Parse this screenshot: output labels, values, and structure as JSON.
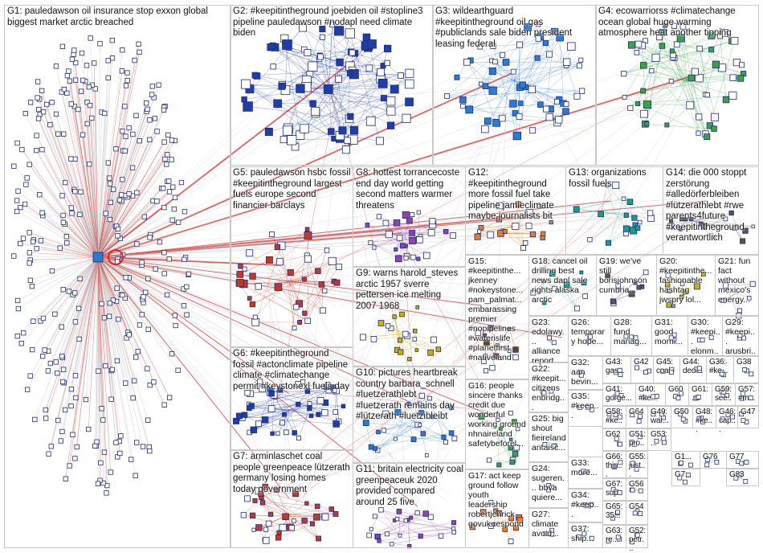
{
  "groups": [
    {
      "id": "g1",
      "label": "G1: pauledawson oil insurance stop exxon global biggest market arctic breached"
    },
    {
      "id": "g2",
      "label": "G2: #keepitintheground joebiden oil #stopline3 pipeline pauledawson #nodapl need climate biden"
    },
    {
      "id": "g3",
      "label": "G3: wildearthguard #keepitintheground oil gas #publiclands sale biden president leasing federal"
    },
    {
      "id": "g4",
      "label": "G4: ecowarriorss #climatechange ocean global huge warming atmosphere heat another tipping"
    },
    {
      "id": "g5",
      "label": "G5: pauledawson hsbc fossil #keepitintheground largest fuels europe second financier barclays"
    },
    {
      "id": "g8",
      "label": "G8: hottest torrancecoste end day world getting second matters warmer threatens"
    },
    {
      "id": "g12",
      "label": "G12: #keepitintheground more fossil fuel take pipeline jamieclimate maybe journalists bit"
    },
    {
      "id": "g13",
      "label": "G13: organizations fossil fuels"
    },
    {
      "id": "g14",
      "label": "G14: die 000 stoppt zerstörung #alledörferbleiben #lützerathlebt #rwe parents4future #keepitintheground verantwortlich"
    },
    {
      "id": "g9",
      "label": "G9: warns harold_steves arctic 1957 sverre pettersen ice melting 2007 1968"
    },
    {
      "id": "g15",
      "label": "G15: #keepitinthe... jkenney #nokeystone... pam_palmat... embarassing premier #nopipelines #waterislife #planetfirst #nativeland"
    },
    {
      "id": "g18",
      "label": "G18: cancel oil drilling best news dapl sale rights alaska arctic"
    },
    {
      "id": "g19",
      "label": "G19: we've still borisjohnson cumbria..."
    },
    {
      "id": "g20",
      "label": "G20: #keepitinthe... fashionable hashtag jwspry lol..."
    },
    {
      "id": "g21",
      "label": "G21: fun fact without mexico's energy..."
    },
    {
      "id": "g6",
      "label": "G6: #keepitintheground fossil #actonclimate pipeline climate #climatechange permit #keystonexl fuels day"
    },
    {
      "id": "g10",
      "label": "G10: pictures heartbreak country barbara_schnell #luetzerathlebt #luetzerath remains day #lützerath #luetzibleibt"
    },
    {
      "id": "g16",
      "label": "G16: people sincere thanks credit due wonderful working ground nhnaireland safetybeforel..."
    },
    {
      "id": "g7",
      "label": "G7: arminlaschet coal people greenpeace lützerath germany losing homes today government"
    },
    {
      "id": "g11",
      "label": "G11: britain electricity coal greenpeaceuk 2020 provided compared around 25 five"
    },
    {
      "id": "g17",
      "label": "G17: act keep ground follow youth leadership robertjenrick govuk respond"
    },
    {
      "id": "g23",
      "label": "G23: edolawy... alliance report..."
    },
    {
      "id": "g26",
      "label": "G26: temporary hope..."
    },
    {
      "id": "g28",
      "label": "G28: fund manag..."
    },
    {
      "id": "g31",
      "label": "G31: good morni..."
    },
    {
      "id": "g30",
      "label": "G30: #keepi... elonm..."
    },
    {
      "id": "g29",
      "label": "G29: #keepi... arusbri..."
    },
    {
      "id": "g22",
      "label": "G22: #keepit... citizens enbridg..."
    },
    {
      "id": "g32",
      "label": "G32: aan bevin..."
    },
    {
      "id": "g43",
      "label": "G43: gas..."
    },
    {
      "id": "g42",
      "label": "G42"
    },
    {
      "id": "g45",
      "label": "G45: coal"
    },
    {
      "id": "g44",
      "label": "G44: deci..."
    },
    {
      "id": "g36",
      "label": "G36: #ke..."
    },
    {
      "id": "g38",
      "label": "G38"
    },
    {
      "id": "g35",
      "label": "G35: #keep..."
    },
    {
      "id": "g41",
      "label": "G41: gorge..."
    },
    {
      "id": "g40",
      "label": "G40: #ke..."
    },
    {
      "id": "g60",
      "label": "G60"
    },
    {
      "id": "g61",
      "label": "G61: ..."
    },
    {
      "id": "g59",
      "label": "G59: see..."
    },
    {
      "id": "g57",
      "label": "G57: #m..."
    },
    {
      "id": "g25",
      "label": "G25: big shout fieireland antaisc..."
    },
    {
      "id": "g58",
      "label": "G58: #ke..."
    },
    {
      "id": "g64",
      "label": "G64"
    },
    {
      "id": "g49",
      "label": "G49: war..."
    },
    {
      "id": "g50",
      "label": "G50"
    },
    {
      "id": "g48",
      "label": "G48: #ke..."
    },
    {
      "id": "g46",
      "label": "G46: cap..."
    },
    {
      "id": "g47",
      "label": "G47"
    },
    {
      "id": "g62",
      "label": "G62"
    },
    {
      "id": "g51",
      "label": "G51: pro..."
    },
    {
      "id": "g53",
      "label": "G53: ..."
    },
    {
      "id": "g52",
      "label": "G52: petr..."
    },
    {
      "id": "g24",
      "label": "G24: sugeren... bbva quiere..."
    },
    {
      "id": "g33",
      "label": "G33: more..."
    },
    {
      "id": "g66",
      "label": "G66: thin..."
    },
    {
      "id": "g55",
      "label": "G55: just..."
    },
    {
      "id": "g67",
      "label": "G67: sup..."
    },
    {
      "id": "g56",
      "label": "G56"
    },
    {
      "id": "g34",
      "label": "G34: #keep..."
    },
    {
      "id": "g65",
      "label": "G65: 35..."
    },
    {
      "id": "g54",
      "label": "G54"
    },
    {
      "id": "g27",
      "label": "G27: climate avoid..."
    },
    {
      "id": "g37",
      "label": "G37: ship..."
    },
    {
      "id": "g63",
      "label": "G63: re..."
    },
    {
      "id": "g1b",
      "label": "G1..."
    },
    {
      "id": "g76",
      "label": "G76"
    },
    {
      "id": "g77",
      "label": "G77"
    },
    {
      "id": "g7x",
      "label": "G7..."
    },
    {
      "id": "g83",
      "label": "G83"
    }
  ],
  "colors": {
    "edge_grey": "#bdbdbd",
    "edge_red": "#d61f1f",
    "node_border": "#1f2a7a",
    "hub_ring": "#e02020"
  }
}
